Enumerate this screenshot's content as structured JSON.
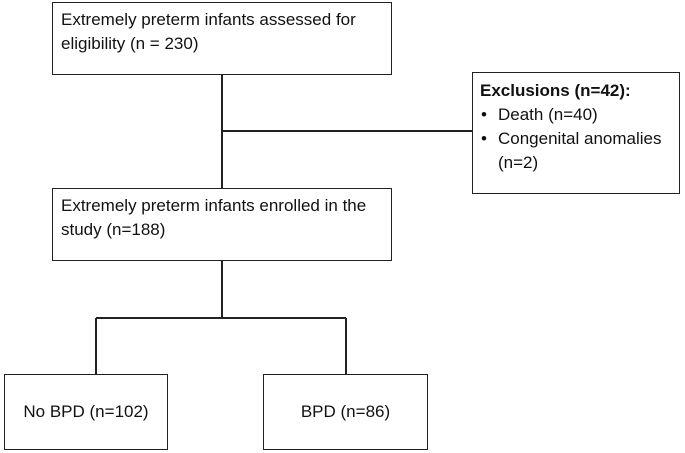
{
  "flowchart": {
    "assessed": {
      "text": "Extremely preterm infants assessed for eligibility (n = 230)"
    },
    "exclusions": {
      "title": "Exclusions (n=42):",
      "items": [
        "Death (n=40)",
        "Congenital anomalies (n=2)"
      ]
    },
    "enrolled": {
      "text": "Extremely preterm infants enrolled in the study (n=188)"
    },
    "groups": {
      "no_bpd": "No BPD (n=102)",
      "bpd": "BPD (n=86)"
    }
  },
  "colors": {
    "stroke": "#222222",
    "text": "#111111",
    "background": "#ffffff"
  }
}
